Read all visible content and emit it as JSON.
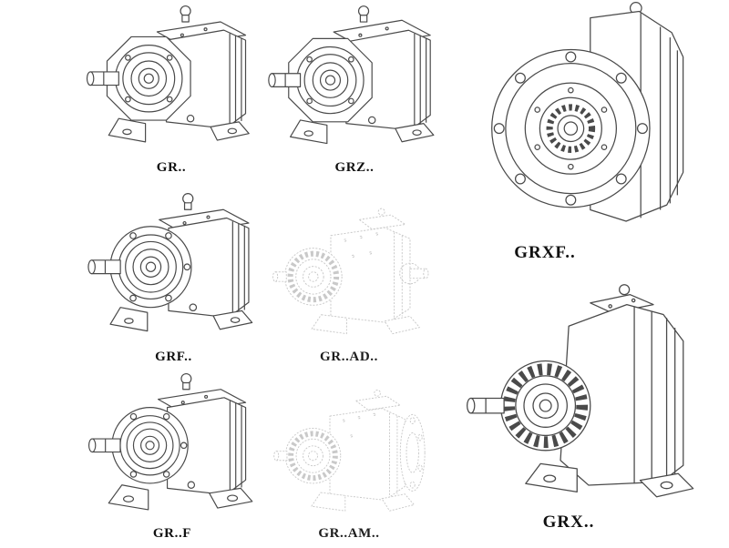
{
  "page": {
    "background_color": "#ffffff",
    "line_color": "#4a4a4a",
    "ghost_line_color": "#c7c7c7",
    "label_color": "#111111",
    "description_visible_text_only": true
  },
  "items": [
    {
      "id": "gr",
      "label": "GR..",
      "style": "solid-line"
    },
    {
      "id": "grz",
      "label": "GRZ..",
      "style": "solid-line"
    },
    {
      "id": "grxf",
      "label": "GRXF..",
      "style": "solid-line"
    },
    {
      "id": "grf",
      "label": "GRF..",
      "style": "solid-line"
    },
    {
      "id": "gr-ad",
      "label": "GR..AD..",
      "style": "phantom-dotted"
    },
    {
      "id": "gr-f",
      "label": "GR..F",
      "style": "solid-line"
    },
    {
      "id": "gr-am",
      "label": "GR..AM..",
      "style": "phantom-dotted"
    },
    {
      "id": "grx",
      "label": "GRX..",
      "style": "solid-line"
    }
  ]
}
